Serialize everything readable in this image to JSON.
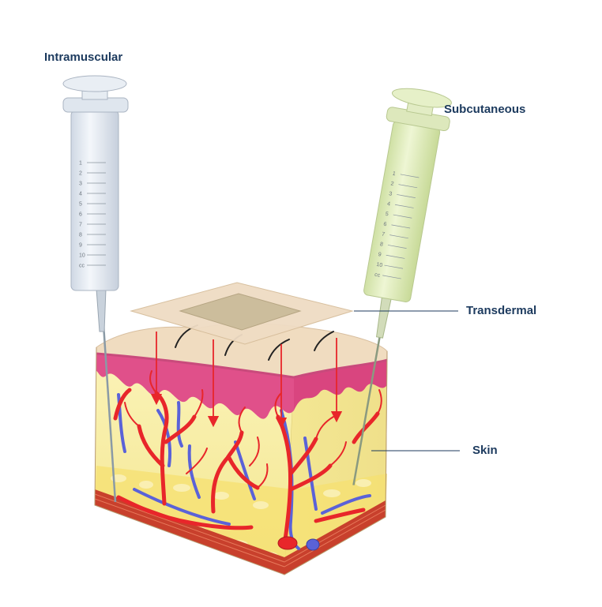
{
  "labels": {
    "intramuscular": "Intramuscular",
    "subcutaneous": "Subcutaneous",
    "transdermal": "Transdermal",
    "skin": "Skin"
  },
  "syringe_scale": [
    "1",
    "2",
    "3",
    "4",
    "5",
    "6",
    "7",
    "8",
    "9",
    "10",
    "cc"
  ],
  "colors": {
    "label_text": "#1c3a5e",
    "epidermis": "#f0dcc0",
    "dermis": "#e0508a",
    "fat": "#f8f0a8",
    "muscle": "#c8402c",
    "artery": "#e8262a",
    "vein": "#5a62d8",
    "drug_arrow": "#e8262a",
    "patch": "#efdcc4",
    "syringe_left": "#e6ecf4",
    "syringe_right": "#e2eec2"
  }
}
